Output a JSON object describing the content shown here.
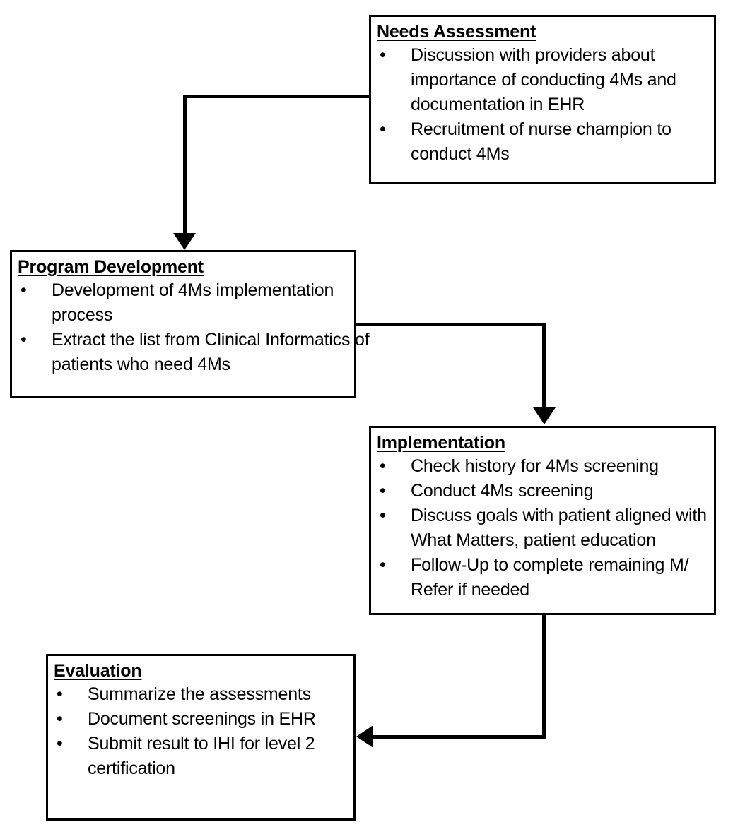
{
  "diagram": {
    "title": "4Ms Implementation Process Flowchart",
    "colors": {
      "stroke": "#000000",
      "background": "#ffffff",
      "text": "#000000"
    },
    "boxes": [
      {
        "id": "needs-assessment",
        "title": "Needs Assessment",
        "bullets": [
          "Discussion with providers about importance of conducting 4Ms and documentation in EHR",
          "Recruitment of nurse champion to conduct 4Ms"
        ]
      },
      {
        "id": "program-development",
        "title": "Program Development",
        "bullets": [
          "Development of 4Ms implementation process",
          "Extract the list from Clinical Informatics of patients who need 4Ms"
        ]
      },
      {
        "id": "implementation",
        "title": "Implementation",
        "bullets": [
          "Check history for 4Ms screening",
          "Conduct 4Ms screening",
          "Discuss goals with patient aligned with What Matters, patient education",
          "Follow-Up to complete remaining M/ Refer if needed"
        ]
      },
      {
        "id": "evaluation",
        "title": "Evaluation",
        "bullets": [
          "Summarize the assessments",
          "Document screenings in EHR",
          "Submit result to IHI for level 2 certification"
        ]
      }
    ],
    "bullet_glyph": "•",
    "connectors": [
      {
        "id": "needs-to-program",
        "from": "needs-assessment",
        "to": "program-development",
        "direction": "down"
      },
      {
        "id": "program-to-implementation",
        "from": "program-development",
        "to": "implementation",
        "direction": "down"
      },
      {
        "id": "implementation-to-evaluation",
        "from": "implementation",
        "to": "evaluation",
        "direction": "left"
      }
    ]
  }
}
